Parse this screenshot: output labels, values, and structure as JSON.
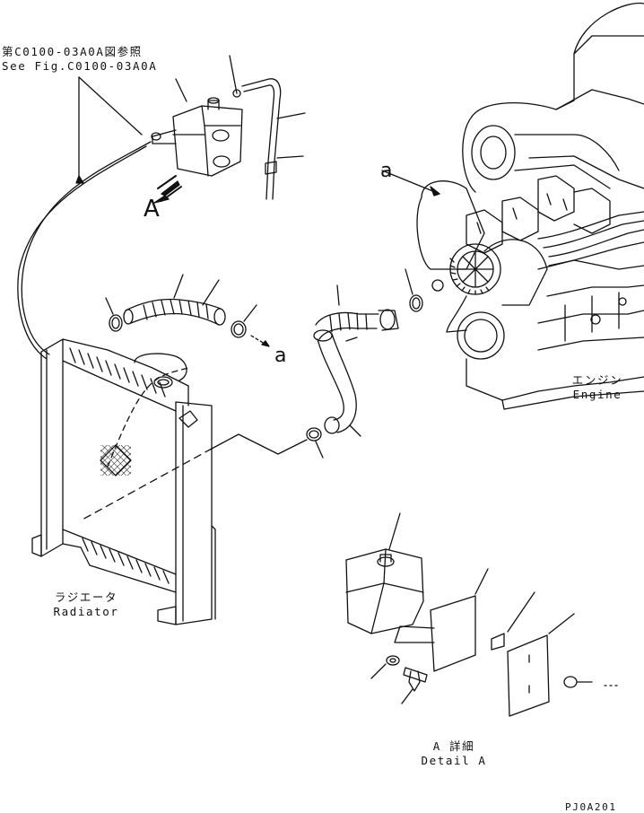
{
  "reference": {
    "line_jp": "第C0100-03A0A図参照",
    "line_en": "See Fig.C0100-03A0A"
  },
  "labels": {
    "radiator_jp": "ラジエータ",
    "radiator_en": "Radiator",
    "engine_jp": "エンジン",
    "engine_en": "Engine",
    "detail_jp": "A 詳細",
    "detail_en": "Detail A",
    "view_arrow": "A",
    "connection_a_top": "a",
    "connection_a_bottom": "a",
    "drawing_code": "PJ0A201"
  },
  "colors": {
    "line": "#111111",
    "background": "#ffffff"
  }
}
